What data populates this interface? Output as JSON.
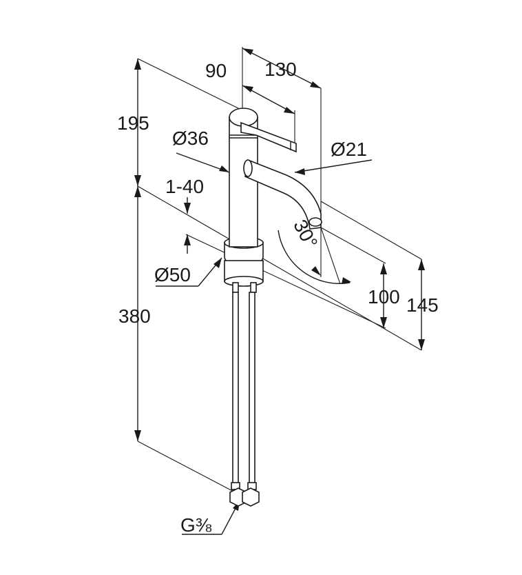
{
  "dimensions": {
    "total_height": "195",
    "handle_reach": "90",
    "spout_reach": "130",
    "body_diameter": "Ø36",
    "spout_diameter": "Ø21",
    "deck_thickness": "1-40",
    "spout_angle": "30°",
    "base_diameter": "Ø50",
    "spout_height": "100",
    "outlet_height": "145",
    "hose_length": "380",
    "thread": "G⅜"
  },
  "colors": {
    "line": "#1a1a1a",
    "background": "#ffffff"
  }
}
